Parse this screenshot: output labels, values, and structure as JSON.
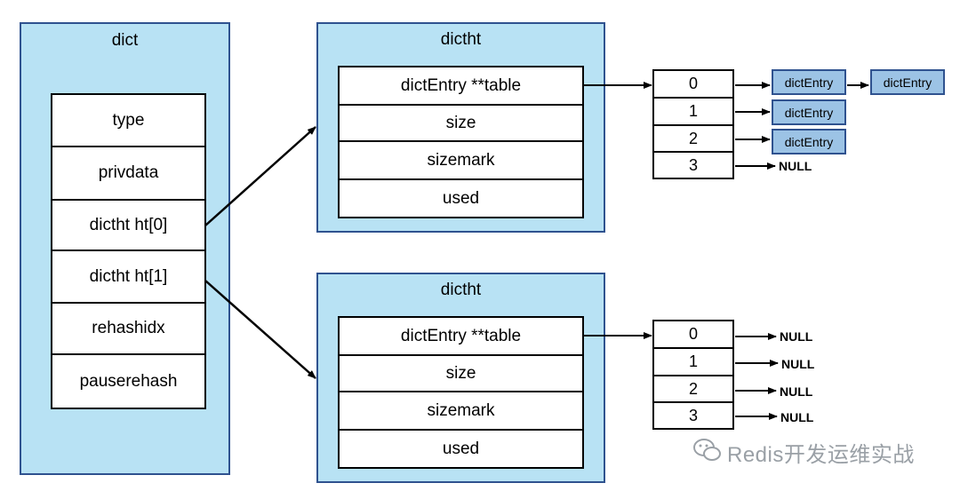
{
  "dict": {
    "title": "dict",
    "fields": [
      "type",
      "privdata",
      "dictht ht[0]",
      "dictht ht[1]",
      "rehashidx",
      "pauserehash"
    ]
  },
  "dictht_top": {
    "title": "dictht",
    "fields": [
      "dictEntry **table",
      "size",
      "sizemark",
      "used"
    ]
  },
  "dictht_bottom": {
    "title": "dictht",
    "fields": [
      "dictEntry **table",
      "size",
      "sizemark",
      "used"
    ]
  },
  "table_top": {
    "indices": [
      "0",
      "1",
      "2",
      "3"
    ],
    "entries": [
      "dictEntry",
      "dictEntry",
      "dictEntry",
      "dictEntry"
    ],
    "null_label": "NULL"
  },
  "table_bottom": {
    "indices": [
      "0",
      "1",
      "2",
      "3"
    ],
    "nulls": [
      "NULL",
      "NULL",
      "NULL",
      "NULL"
    ]
  },
  "watermark": {
    "text": "Redis开发运维实战",
    "icon": "wechat-icon"
  },
  "colors": {
    "panel_fill": "#b8e2f4",
    "panel_border": "#2f528f",
    "entry_fill": "#9cc3e5"
  }
}
